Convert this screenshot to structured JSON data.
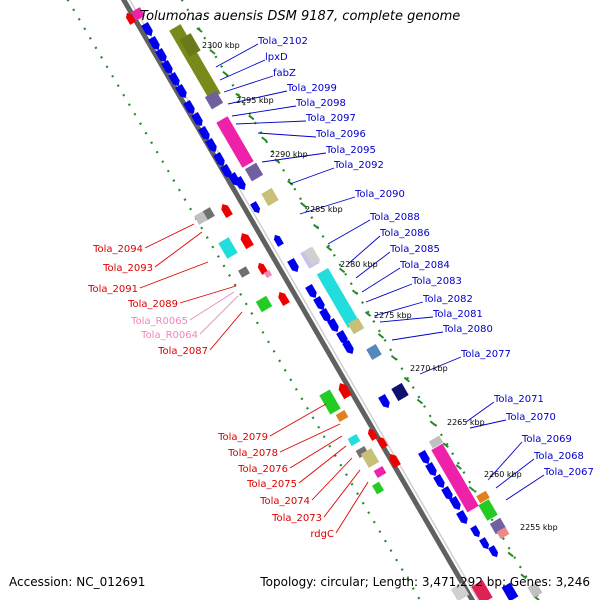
{
  "title": "Tolumonas auensis DSM 9187, complete genome",
  "footer": {
    "accession": "Accession: NC_012691",
    "summary": "Topology: circular; Length: 3,471,292 bp; Genes: 3,246"
  },
  "colors": {
    "backbone": "#808080",
    "tick_dots": "#2a8a2a",
    "forward_label": "#0000cc",
    "reverse_label": "#dd0000",
    "rna_label": "#ee88bb",
    "gene_blue": "#0000ee",
    "gene_red": "#ee0000",
    "olive": "#7a8a1a",
    "magenta": "#ee22aa",
    "cyan": "#22dddd",
    "green": "#22cc22",
    "khaki": "#c8c078",
    "gray": "#a0a0a0",
    "navy": "#101070",
    "steelblue": "#5588bb",
    "purple": "#7060a0"
  },
  "ticks": [
    {
      "label": "2300 kbp"
    },
    {
      "label": "2295 kbp"
    },
    {
      "label": "2290 kbp"
    },
    {
      "label": "2285 kbp"
    },
    {
      "label": "2280 kbp"
    },
    {
      "label": "2275 kbp"
    },
    {
      "label": "2270 kbp"
    },
    {
      "label": "2265 kbp"
    },
    {
      "label": "2260 kbp"
    },
    {
      "label": "2255 kbp"
    }
  ],
  "forward_labels": [
    "Tola_2102",
    "lpxD",
    "fabZ",
    "Tola_2099",
    "Tola_2098",
    "Tola_2097",
    "Tola_2096",
    "Tola_2095",
    "Tola_2092",
    "Tola_2090",
    "Tola_2088",
    "Tola_2086",
    "Tola_2085",
    "Tola_2084",
    "Tola_2083",
    "Tola_2082",
    "Tola_2081",
    "Tola_2080",
    "Tola_2077",
    "Tola_2071",
    "Tola_2070",
    "Tola_2069",
    "Tola_2068",
    "Tola_2067"
  ],
  "reverse_labels": [
    "Tola_2094",
    "Tola_2093",
    "Tola_2091",
    "Tola_2089",
    "Tola_R0065",
    "Tola_R0064",
    "Tola_2087",
    "Tola_2079",
    "Tola_2078",
    "Tola_2076",
    "Tola_2075",
    "Tola_2074",
    "Tola_2073",
    "rdgC"
  ],
  "rna_labels": [
    "Tola_R0065",
    "Tola_R0064"
  ]
}
